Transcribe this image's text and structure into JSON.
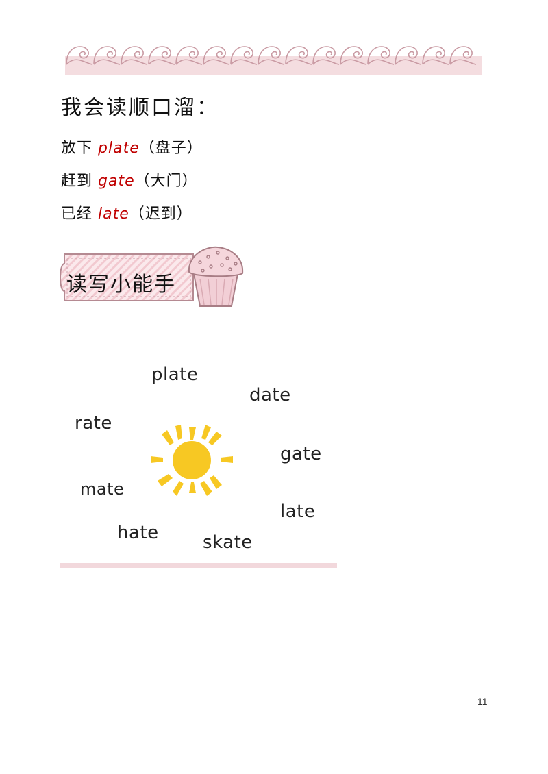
{
  "heading": "我会读顺口溜：",
  "rhyme": [
    {
      "prefix": "放下",
      "word": "plate",
      "meaning": "（盘子）"
    },
    {
      "prefix": "赶到",
      "word": "gate",
      "meaning": "（大门）"
    },
    {
      "prefix": "已经",
      "word": "late",
      "meaning": "（迟到）"
    }
  ],
  "section_title": "读写小能手",
  "words": {
    "plate": "plate",
    "date": "date",
    "rate": "rate",
    "gate": "gate",
    "mate": "mate",
    "late": "late",
    "hate": "hate",
    "skate": "skate"
  },
  "page_number": "11",
  "colors": {
    "accent_red": "#c00000",
    "banner_pink": "#f4dde0",
    "sun_yellow": "#f7c823"
  },
  "icons": {
    "sun": "sun-icon",
    "cupcake": "cupcake-icon"
  }
}
